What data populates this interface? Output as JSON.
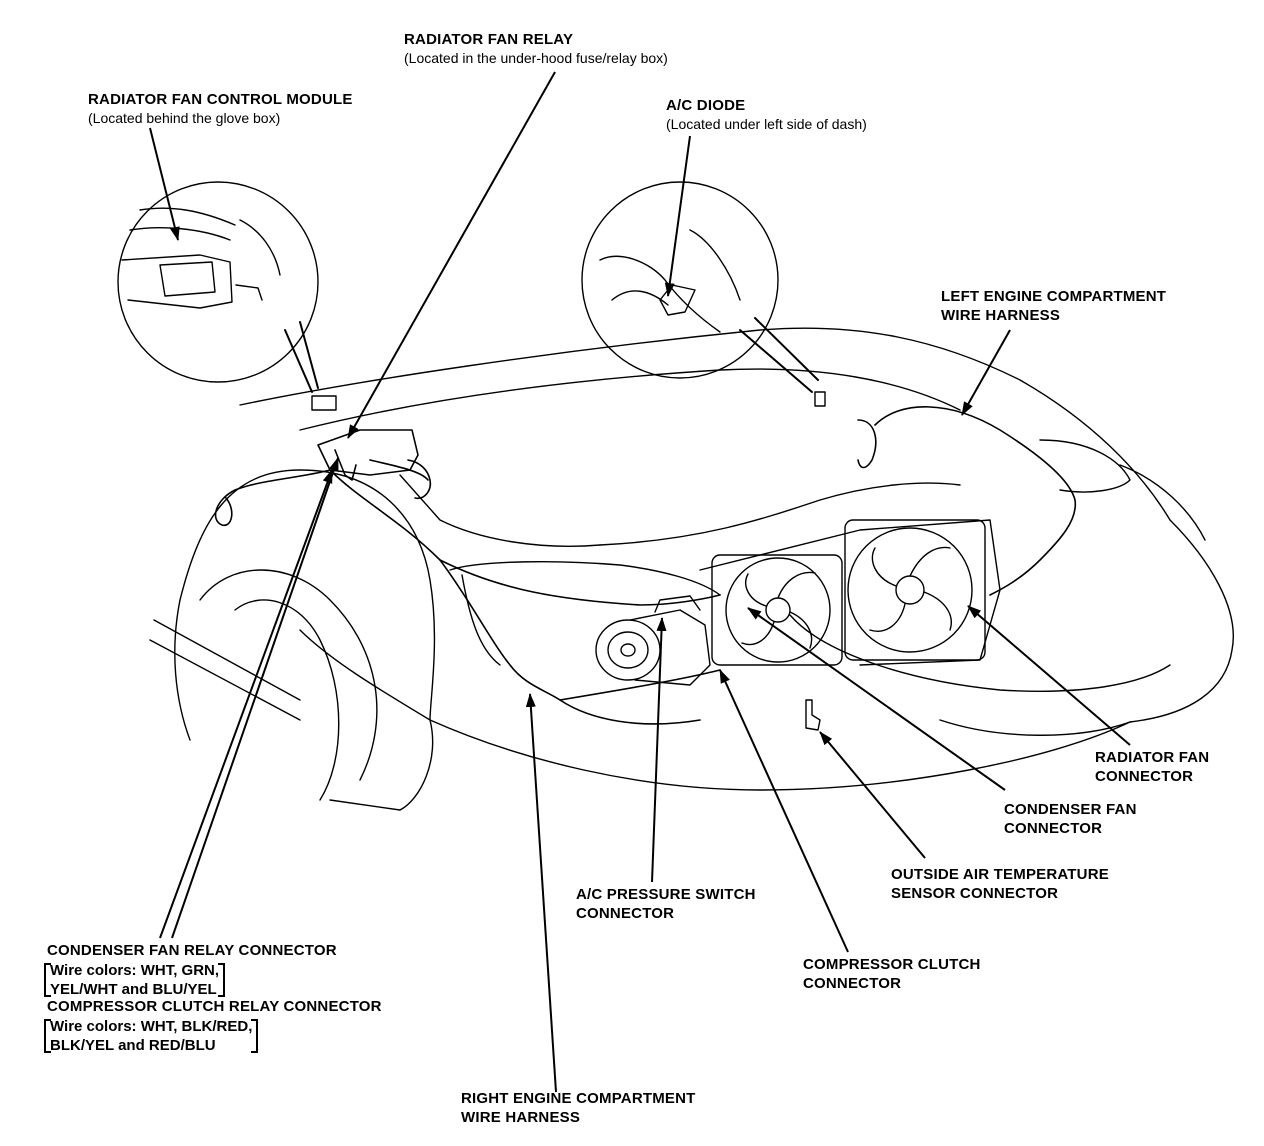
{
  "labels": {
    "radiator_fan_relay": {
      "title": "RADIATOR FAN RELAY",
      "sub": "(Located in the under-hood fuse/relay box)"
    },
    "radiator_fan_control_module": {
      "title": "RADIATOR FAN CONTROL MODULE",
      "sub": "(Located behind the glove box)"
    },
    "ac_diode": {
      "title": "A/C DIODE",
      "sub": "(Located under left side of dash)"
    },
    "left_harness": {
      "line1": "LEFT ENGINE COMPARTMENT",
      "line2": "WIRE HARNESS"
    },
    "radiator_fan_connector": {
      "line1": "RADIATOR FAN",
      "line2": "CONNECTOR"
    },
    "condenser_fan_connector": {
      "line1": "CONDENSER FAN",
      "line2": "CONNECTOR"
    },
    "outside_air_temp": {
      "line1": "OUTSIDE AIR TEMPERATURE",
      "line2": "SENSOR CONNECTOR"
    },
    "ac_pressure_switch": {
      "line1": "A/C PRESSURE SWITCH",
      "line2": "CONNECTOR"
    },
    "compressor_clutch": {
      "line1": "COMPRESSOR CLUTCH",
      "line2": "CONNECTOR"
    },
    "condenser_fan_relay": {
      "title": "CONDENSER FAN RELAY CONNECTOR",
      "wires1": "Wire colors: WHT, GRN,",
      "wires2": "YEL/WHT and BLU/YEL"
    },
    "compressor_clutch_relay": {
      "title": "COMPRESSOR CLUTCH RELAY CONNECTOR",
      "wires1": "Wire colors: WHT, BLK/RED,",
      "wires2": "BLK/YEL and RED/BLU"
    },
    "right_harness": {
      "line1": "RIGHT ENGINE COMPARTMENT",
      "line2": "WIRE HARNESS"
    }
  }
}
